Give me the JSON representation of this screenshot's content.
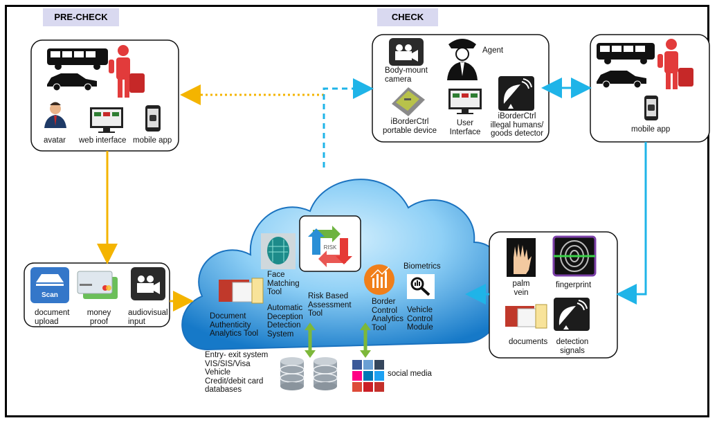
{
  "headers": {
    "precheck": "PRE-CHECK",
    "check": "CHECK"
  },
  "precheck": {
    "avatar": "avatar",
    "web_interface": "web interface",
    "mobile_app": "mobile app"
  },
  "uploads": {
    "document_upload": "document\nupload",
    "money_proof": "money\nproof",
    "audiovisual_input": "audiovisual\ninput",
    "scan_label": "Scan"
  },
  "check": {
    "body_camera": "Body-mount\ncamera",
    "agent": "Agent",
    "portable_device": "iBorderCtrl\nportable device",
    "user_interface": "User\nInterface",
    "detector": "iBorderCtrl\nillegal humans/\ngoods detector"
  },
  "traveller": {
    "mobile_app": "mobile app"
  },
  "biometrics": {
    "palm_vein": "palm\nvein",
    "fingerprint": "fingerprint",
    "documents": "documents",
    "detection_signals": "detection\nsignals"
  },
  "cloud": {
    "face_matching": "Face\nMatching\nTool",
    "risk_assessment": "Risk Based\nAssessment\nTool",
    "biometrics": "Biometrics",
    "document_authenticity": "Document\nAuthenticity\nAnalytics Tool",
    "deception_detection": "Automatic\nDeception\nDetection\nSystem",
    "border_analytics": "Border\nControl\nAnalytics\nTool",
    "vehicle_control": "Vehicle\nControl\nModule",
    "risk_icon_text": "RISK"
  },
  "databases": {
    "list": "Entry- exit system\nVIS/SIS/Visa\nVehicle\nCredit/debit card\ndatabases",
    "social_media": "social media"
  },
  "icons": {
    "bus": "bus-icon",
    "car": "car-icon",
    "traveller": "traveller-icon",
    "avatar": "avatar-icon",
    "monitor": "monitor-icon",
    "phone": "android-phone-icon",
    "scan": "scan-icon",
    "cards": "credit-cards-icon",
    "camera": "video-camera-icon",
    "agent": "agent-icon",
    "pos": "pos-terminal-icon",
    "satellite": "satellite-dish-icon",
    "hand": "palm-icon",
    "fingerprint": "fingerprint-icon",
    "passport": "passport-visa-icon",
    "face": "face-scan-icon",
    "risk": "risk-cycle-icon",
    "chart": "analytics-chart-icon",
    "magnifier": "magnifier-icon",
    "database": "database-icon",
    "social": "social-media-icon"
  },
  "colors": {
    "yellow_arrow": "#f4b400",
    "blue_arrow": "#1fb4e8",
    "cloud_light": "#9fd8f7",
    "cloud_dark": "#1e8fd8",
    "green_arrow": "#7db83a",
    "header_bg": "#d9d9f0"
  }
}
